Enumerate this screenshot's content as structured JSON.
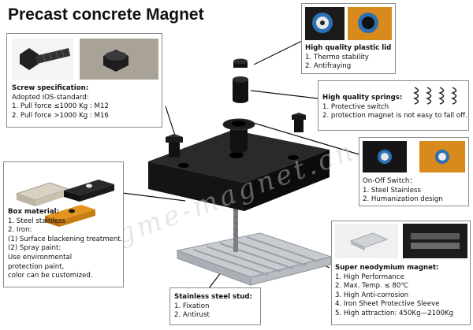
{
  "title": "Precast concrete Magnet",
  "screw": {
    "heading": "Screw specification:",
    "lines": [
      "Adopted IOS-standard:",
      "1. Pull force ≤1000 Kg : M12",
      "2. Pull force >1000 Kg : M16"
    ]
  },
  "lid": {
    "heading": "High quality plastic lid",
    "lines": [
      "1. Thermo stability",
      "2. Antifraying"
    ]
  },
  "springs": {
    "heading": "High quality springs:",
    "lines": [
      "1. Protective switch",
      "2. protection magnet is not easy to fall off."
    ]
  },
  "switch": {
    "heading": "On-Off Switch：",
    "lines": [
      "1. Steel Stainless",
      "2. Humanization design"
    ]
  },
  "box_material": {
    "heading": "Box material:",
    "lines": [
      "1. Steel stainless",
      "2. Iron:",
      "(1) Surface blackening treatment.",
      "(2) Spray paint:",
      "Use environmental",
      "protection paint,",
      "color can be customized."
    ]
  },
  "stud": {
    "heading": "Stainless steel stud:",
    "lines": [
      "1. Fixation",
      "2. Antirust"
    ]
  },
  "neodymium": {
    "heading": "Super neodymium magnet:",
    "lines": [
      "1. High Performance",
      "2. Max. Temp. ≤ 80℃",
      "3. High Anti-corrosion",
      "4. Iron Sheet Protective Sleeve",
      "5. High attraction: 450Kg—2100Kg"
    ]
  },
  "watermark": "gme-magnet.cn",
  "colors": {
    "magnet_body": "#141414",
    "box_border": "#8a8a8a",
    "orange_lid": "#d98a1c",
    "blue_ring": "#2b6fb5"
  }
}
